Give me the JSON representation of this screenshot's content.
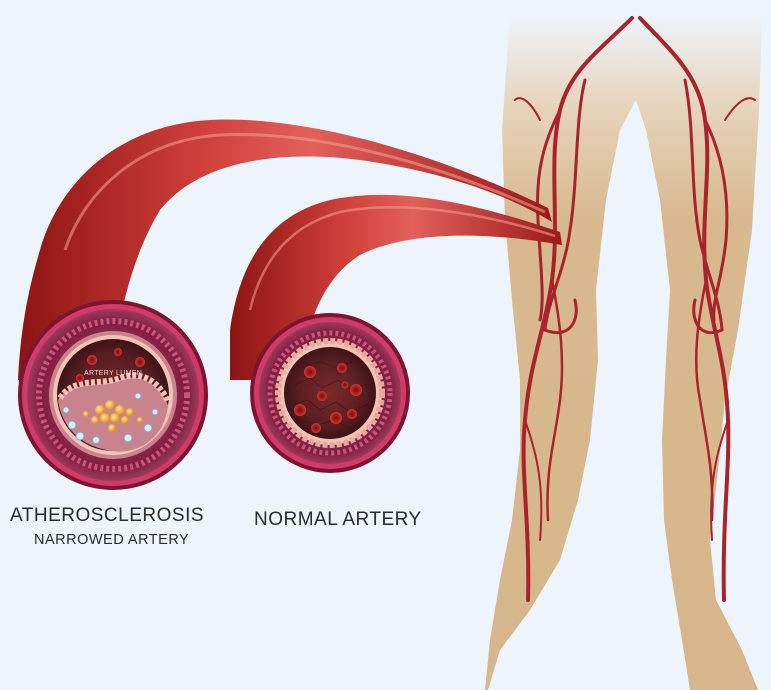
{
  "labels": {
    "atherosclerosis": "ATHEROSCLEROSIS",
    "narrowed_artery": "NARROWED ARTERY",
    "normal_artery": "NORMAL ARTERY",
    "artery_lumen": "ARTERY LUMEN"
  },
  "colors": {
    "background": "#eef4fb",
    "skin": "#d8b98f",
    "artery": "#b0272b",
    "artery_wall": "#8a1f3e",
    "plaque": "#f2a531"
  }
}
